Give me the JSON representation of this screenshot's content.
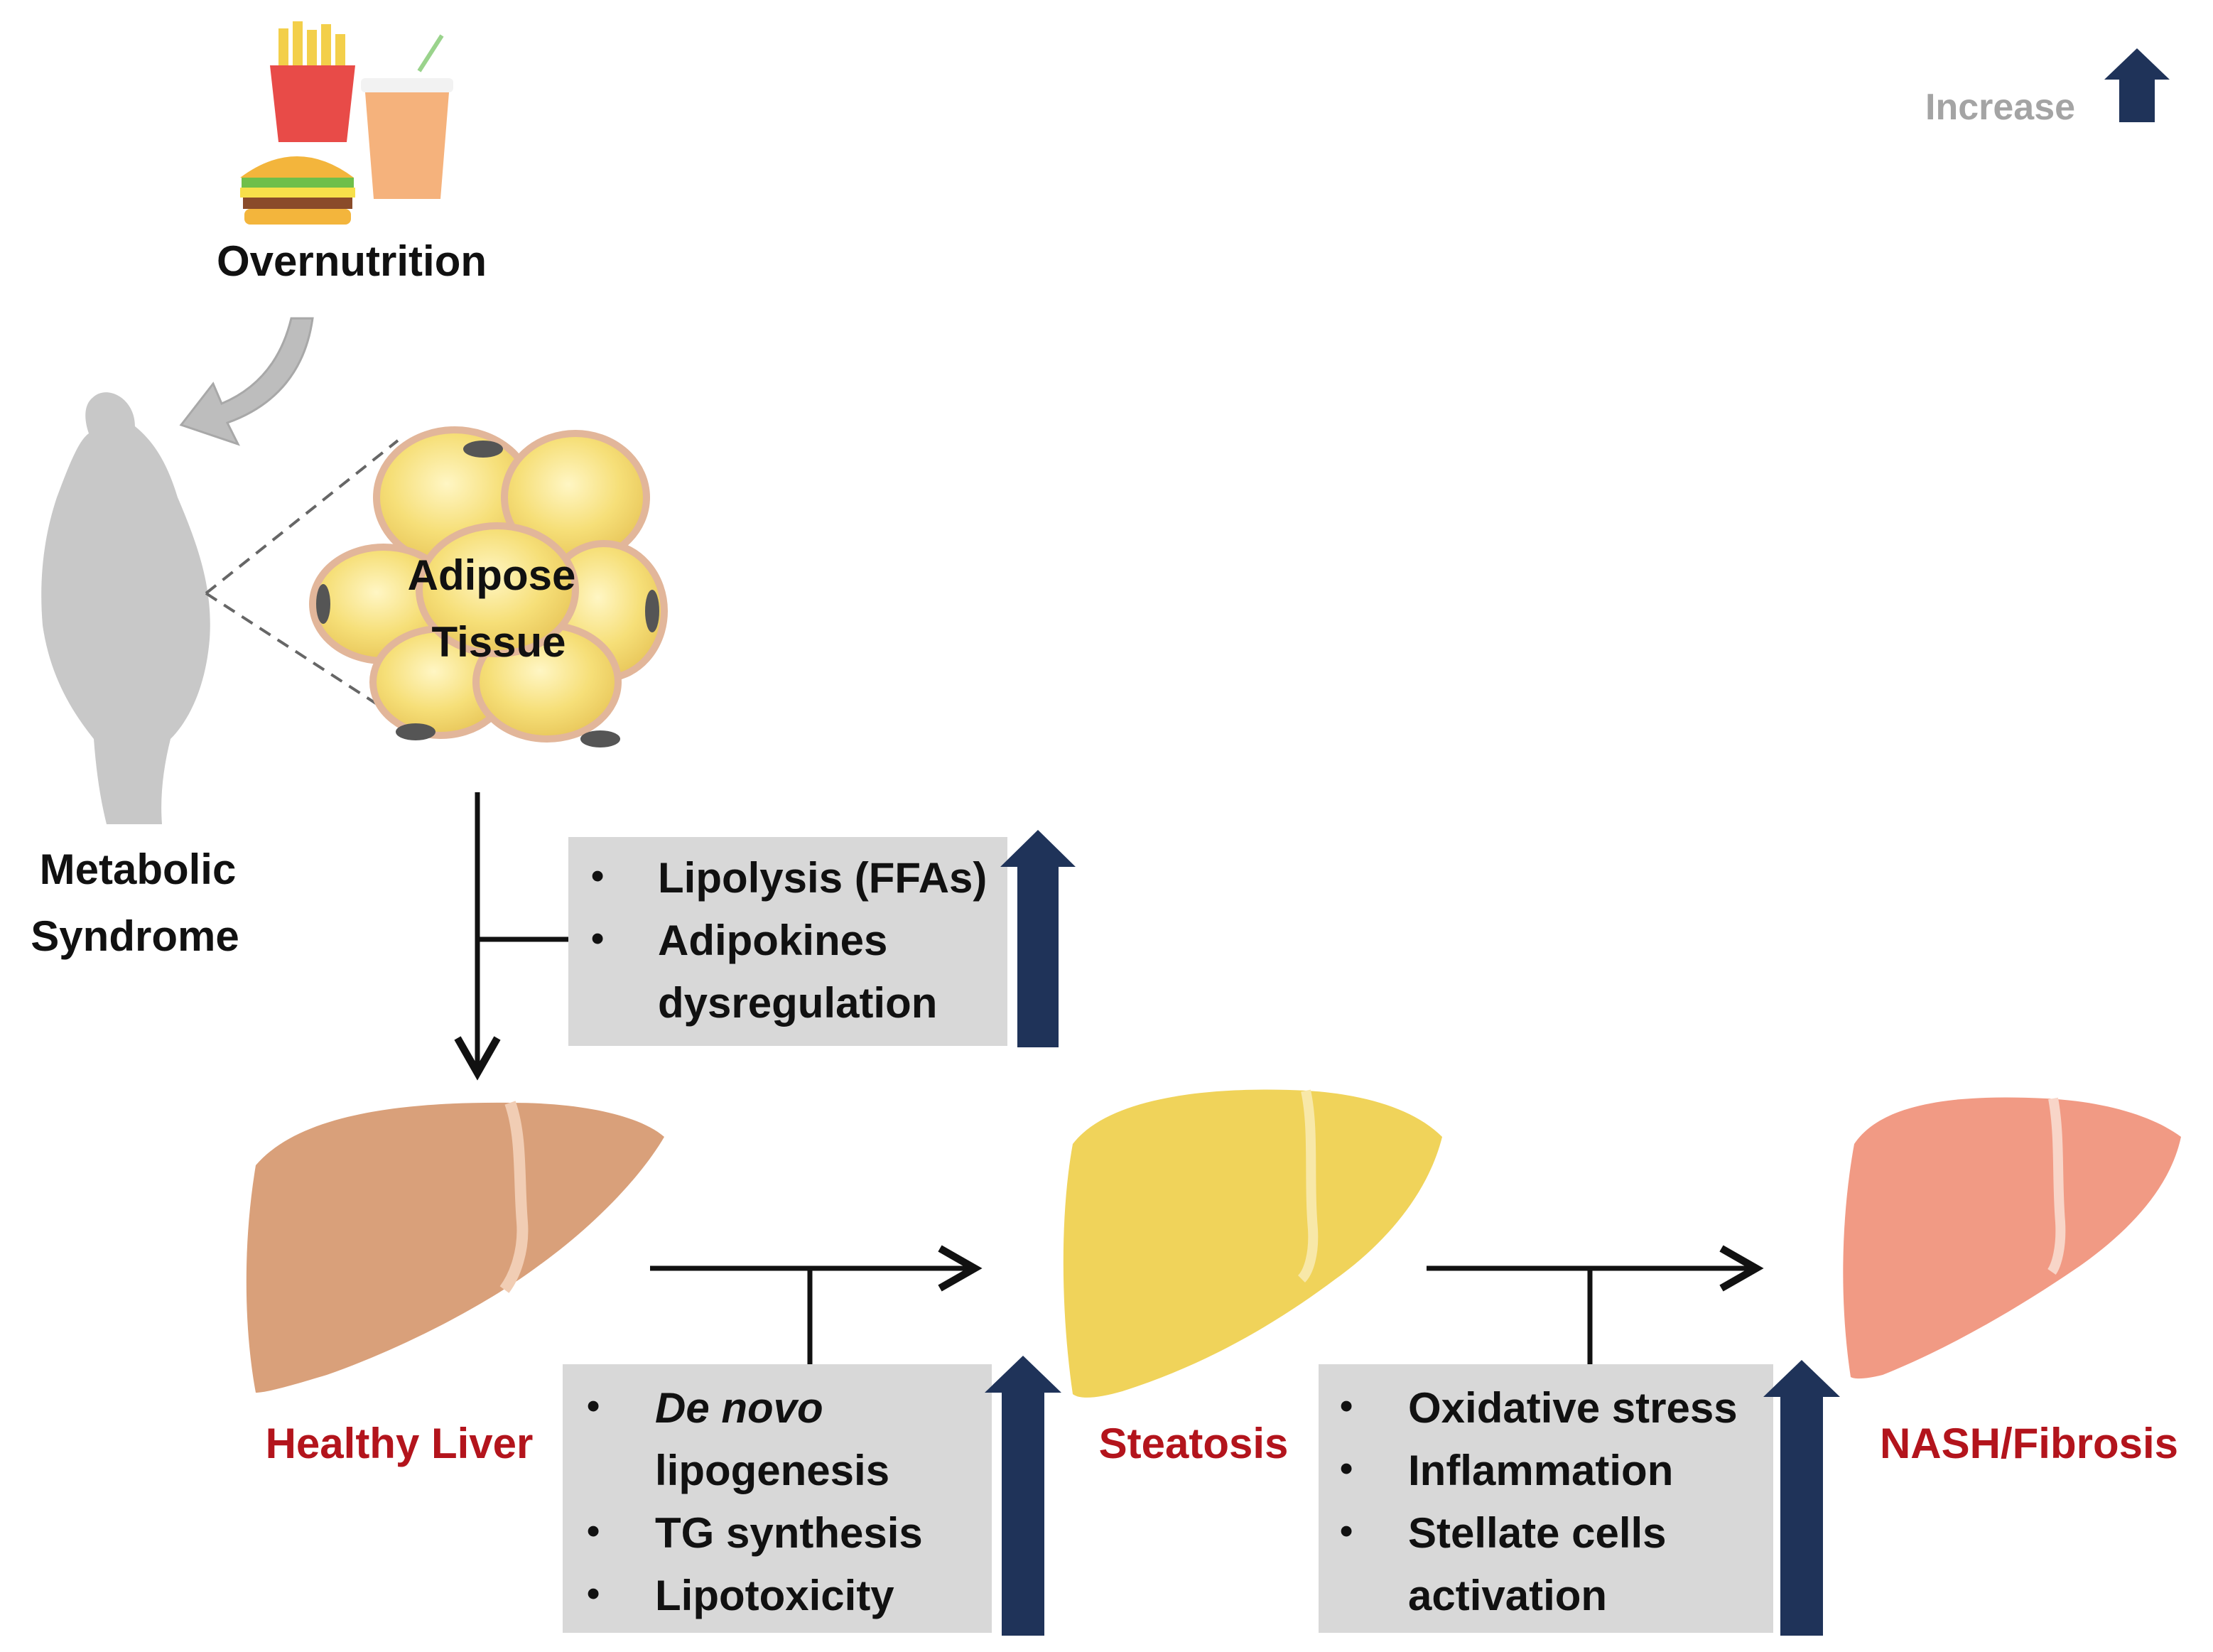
{
  "legend": {
    "label": "Increase",
    "arrow_color": "#1f3359"
  },
  "top": {
    "overnutrition": "Overnutrition",
    "metabolic_line1": "Metabolic",
    "metabolic_line2": "Syndrome",
    "adipose_line1": "Adipose",
    "adipose_line2": "Tissue"
  },
  "box1": {
    "items": [
      "Lipolysis (FFAs)",
      "Adipokines",
      "dysregulation"
    ]
  },
  "stages": {
    "healthy": "Healthy Liver",
    "steatosis": "Steatosis",
    "nash": "NASH/Fibrosis"
  },
  "box2": {
    "items": [
      "De novo",
      "lipogenesis",
      "TG synthesis",
      "Lipotoxicity"
    ]
  },
  "box3": {
    "items": [
      "Oxidative stress",
      "Inflammation",
      "Stellate cells",
      "activation"
    ]
  },
  "bullet": "•",
  "colors": {
    "stage_label": "#b3141c",
    "box_fill": "#d8d8d8",
    "healthy_liver": "#d9a07a",
    "steatosis_liver": "#f0d35a",
    "nash_liver": "#f19a84",
    "adipocyte": "#f6df78",
    "silhouette": "#c8c8c8"
  }
}
